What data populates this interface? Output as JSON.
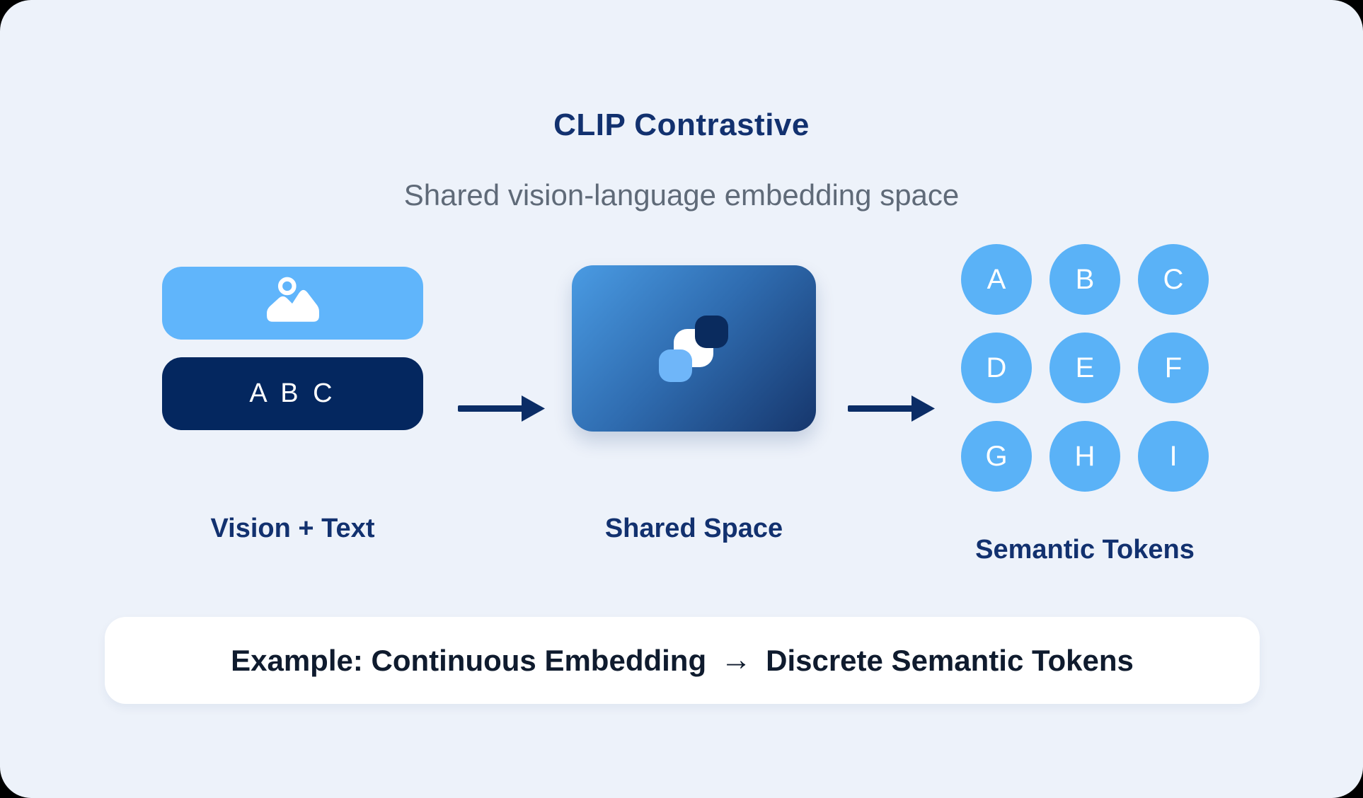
{
  "colors": {
    "background": "#EDF2FA",
    "navy_text": "#12316F",
    "subtitle_gray": "#5F6A78",
    "light_blue": "#60B5FB",
    "dark_navy_box": "#04275F",
    "token_blue": "#5AB2F7",
    "gradient_start": "#4A9BE3",
    "gradient_end": "#16366C",
    "example_text": "#0F1B2E",
    "white": "#FFFFFF"
  },
  "header": {
    "title": "CLIP Contrastive",
    "subtitle": "Shared vision-language embedding space"
  },
  "vision_text": {
    "image_icon": "image-icon",
    "text_sample": "A B C",
    "caption": "Vision + Text"
  },
  "shared_space": {
    "caption": "Shared Space"
  },
  "semantic_tokens": {
    "caption": "Semantic Tokens",
    "tokens": [
      "A",
      "B",
      "C",
      "D",
      "E",
      "F",
      "G",
      "H",
      "I"
    ]
  },
  "example_bar": {
    "part1": "Example: Continuous Embedding",
    "arrow": "→",
    "part2": "Discrete Semantic Tokens"
  }
}
